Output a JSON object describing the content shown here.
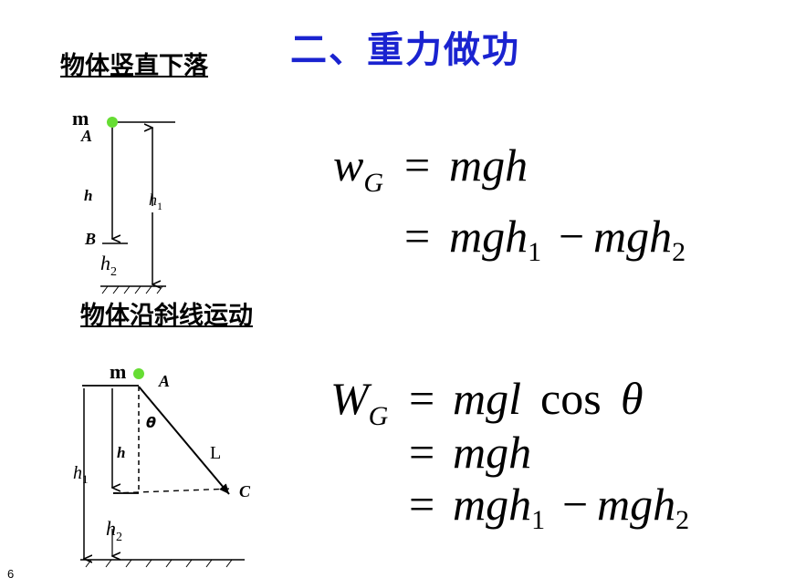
{
  "title": "二、重力做功",
  "section1": {
    "heading": "物体竖直下落",
    "label_m": "m",
    "label_A": "A",
    "label_B": "B",
    "label_h": "h",
    "label_h1": "h",
    "label_h1_sub": "1",
    "label_h2": "h",
    "label_h2_sub": "2"
  },
  "section2": {
    "heading": "物体沿斜线运动",
    "label_m": "m",
    "label_A": "A",
    "label_C": "C",
    "label_L": "L",
    "label_theta": "θ",
    "label_h": "h",
    "label_h1": "h",
    "label_h1_sub": "1",
    "label_h2": "h",
    "label_h2_sub": "2"
  },
  "formula1": {
    "lhs": "w",
    "lhs_sub": "G",
    "eq": "=",
    "line1": "mgh",
    "line2_a": "mgh",
    "line2_a_sub": "1",
    "minus": "−",
    "line2_b": "mgh",
    "line2_b_sub": "2"
  },
  "formula2": {
    "lhs": "W",
    "lhs_sub": "G",
    "eq": "=",
    "line1_a": "mgl",
    "line1_cos": "cos",
    "line1_theta": "θ",
    "line2": "mgh",
    "line3_a": "mgh",
    "line3_a_sub": "1",
    "minus": "−",
    "line3_b": "mgh",
    "line3_b_sub": "2"
  },
  "colors": {
    "title": "#1a23d0",
    "mass_dot": "#66dd33"
  },
  "page_number": "6"
}
